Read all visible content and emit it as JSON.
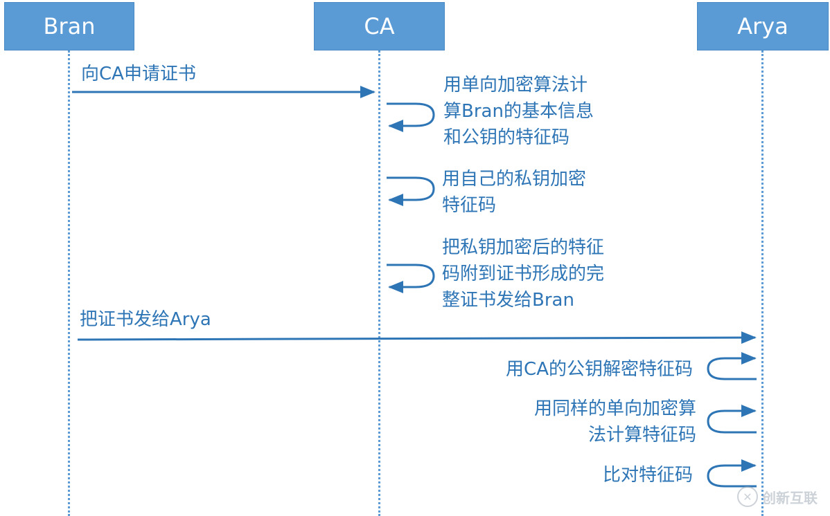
{
  "actors": {
    "bran": "Bran",
    "ca": "CA",
    "arya": "Arya"
  },
  "messages": {
    "request_cert": "向CA申请证书",
    "send_cert": "把证书发给Arya"
  },
  "ca_steps": {
    "hash": [
      "用单向加密算法计",
      "算Bran的基本信息",
      "和公钥的特征码"
    ],
    "encrypt": [
      "用自己的私钥加密",
      "特征码"
    ],
    "attach": [
      "把私钥加密后的特征",
      "码附到证书形成的完",
      "整证书发给Bran"
    ]
  },
  "arya_steps": {
    "decrypt": [
      "用CA的公钥解密特征码"
    ],
    "rehash": [
      "用同样的单向加密算",
      "法计算特征码"
    ],
    "compare": [
      "比对特征码"
    ]
  },
  "watermark": {
    "text": "创新互联"
  },
  "colors": {
    "actor_fill": "#5b9bd5",
    "arrow": "#2e75b6",
    "text": "#2e75b6"
  }
}
